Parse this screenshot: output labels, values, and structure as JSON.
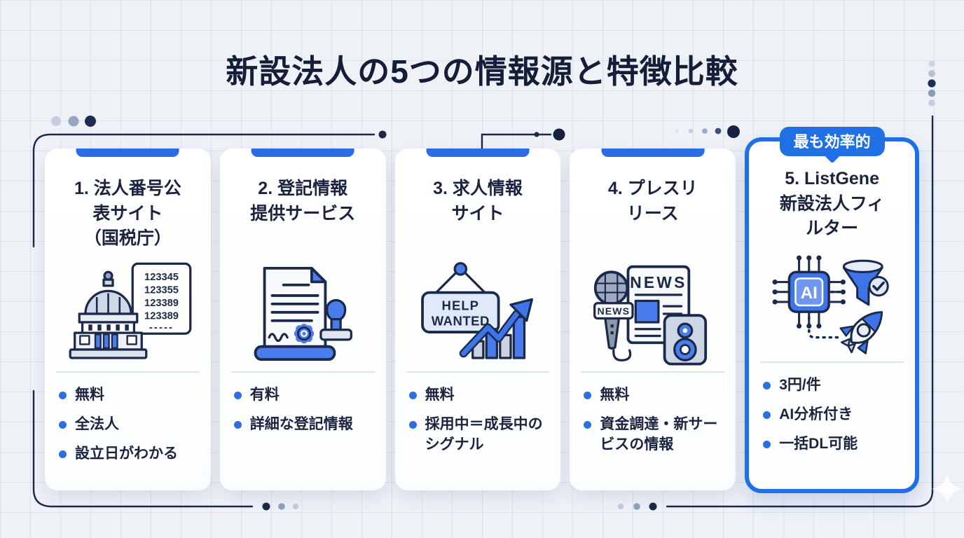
{
  "title": "新設法人の5つの情報源と特徴比較",
  "cards": [
    {
      "title_lines": [
        "1. 法人番号公",
        "表サイト",
        "（国税庁）"
      ],
      "icon": "government-building",
      "icon_name": "government-building-icon",
      "bullets": [
        "無料",
        "全法人",
        "設立日がわかる"
      ],
      "highlighted": false
    },
    {
      "title_lines": [
        "2. 登記情報",
        "提供サービス"
      ],
      "icon": "registry-document",
      "icon_name": "registry-document-stamp-icon",
      "bullets": [
        "有料",
        "詳細な登記情報"
      ],
      "highlighted": false
    },
    {
      "title_lines": [
        "3. 求人情報",
        "サイト"
      ],
      "icon": "help-wanted",
      "icon_name": "help-wanted-growth-chart-icon",
      "bullets": [
        "無料",
        "採用中＝成長中のシグナル"
      ],
      "highlighted": false
    },
    {
      "title_lines": [
        "4. プレスリ",
        "リース"
      ],
      "icon": "press-release",
      "icon_name": "press-news-media-icon",
      "bullets": [
        "無料",
        "資金調達・新サービスの情報"
      ],
      "highlighted": false
    },
    {
      "title_lines": [
        "5. ListGene",
        "新設法人フィ",
        "ルター"
      ],
      "icon": "ai-filter-rocket",
      "icon_name": "ai-filter-rocket-icon",
      "bullets": [
        "3円/件",
        "AI分析付き",
        "一括DL可能"
      ],
      "highlighted": true,
      "badge": "最も効率的"
    }
  ],
  "icon_texts": {
    "numbers": [
      "123345",
      "123355",
      "123389",
      "123389",
      "-----"
    ],
    "help_wanted": [
      "HELP",
      "WANTED"
    ],
    "news_label": "NEWS",
    "ai_label": "AI"
  },
  "colors": {
    "accent_blue": "#2b6ce6",
    "highlight_border": "#1f6fe5",
    "navy_text": "#1b2340",
    "bullet_dot": "#2e6fe0",
    "background": "#eef1f6",
    "card_background": "#ffffff"
  }
}
